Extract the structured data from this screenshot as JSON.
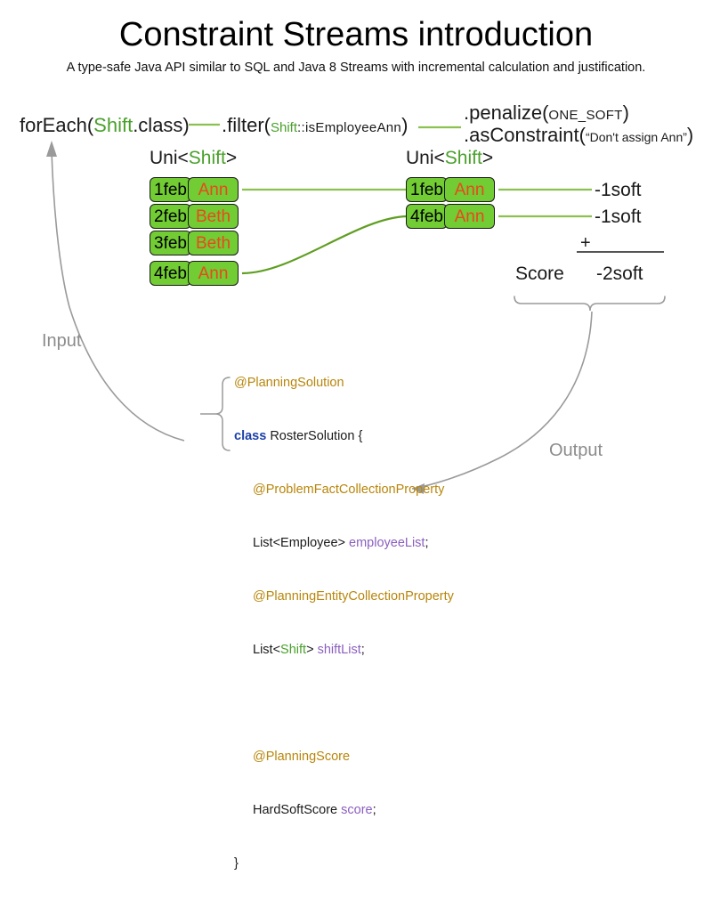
{
  "header": {
    "title": "Constraint Streams introduction",
    "subtitle": "A type-safe Java API similar to SQL and Java 8 Streams with incremental calculation and justification."
  },
  "pipeline": {
    "foreach": {
      "method": "forEach(",
      "type": "Shift",
      "tail": ".class)"
    },
    "filter": {
      "method": ".filter(",
      "type": "Shift",
      "tail": "::isEmployeeAnn",
      "close": ")"
    },
    "penalize": {
      "method": ".penalize(",
      "arg": "ONE_SOFT",
      "close": ")"
    },
    "asconstraint": {
      "method": ".asConstraint(",
      "arg": "“Don't assign Ann”",
      "close": ")"
    }
  },
  "streams": {
    "left": {
      "label_prefix": "Uni<",
      "label_type": "Shift",
      "label_suffix": ">",
      "rows": [
        {
          "date": "1feb",
          "employee": "Ann"
        },
        {
          "date": "2feb",
          "employee": "Beth"
        },
        {
          "date": "3feb",
          "employee": "Beth"
        },
        {
          "date": "4feb",
          "employee": "Ann"
        }
      ]
    },
    "right": {
      "label_prefix": "Uni<",
      "label_type": "Shift",
      "label_suffix": ">",
      "rows": [
        {
          "date": "1feb",
          "employee": "Ann"
        },
        {
          "date": "4feb",
          "employee": "Ann"
        }
      ]
    }
  },
  "score": {
    "penalties": [
      "-1soft",
      "-1soft"
    ],
    "operator": "+",
    "label": "Score",
    "total": "-2soft"
  },
  "flow": {
    "input_label": "Input",
    "output_label": "Output"
  },
  "code": {
    "lines": [
      "@PlanningSolution",
      "class RosterSolution {",
      "@ProblemFactCollectionProperty",
      "List<Employee> employeeList;",
      "@PlanningEntityCollectionProperty",
      "List<Shift> shiftList;",
      "@PlanningScore",
      "HardSoftScore score;",
      "}"
    ],
    "tokens": {
      "planning_solution_anno": "@PlanningSolution",
      "class_kw": "class",
      "class_name": "RosterSolution {",
      "problem_fact_anno": "@ProblemFactCollectionProperty",
      "employee_list_type": "List<Employee> ",
      "employee_list_var": "employeeList",
      "employee_list_semi": ";",
      "planning_entity_anno": "@PlanningEntityCollectionProperty",
      "shift_list_pre": "List<",
      "shift_list_type": "Shift",
      "shift_list_post": "> ",
      "shift_list_var": "shiftList",
      "shift_list_semi": ";",
      "planning_score_anno": "@PlanningScore",
      "score_type": "HardSoftScore ",
      "score_var": "score",
      "score_semi": ";",
      "close_brace": "}"
    }
  },
  "colors": {
    "fact_green": "#72cc33",
    "type_green": "#4aa02c",
    "employee_orange": "#e8491d",
    "annotation_gold": "#b8860b",
    "keyword_blue": "#1c3faa",
    "variable_purple": "#8b5fbf",
    "arrow_gray": "#8c8c8c",
    "connector_green": "#8cc152"
  }
}
